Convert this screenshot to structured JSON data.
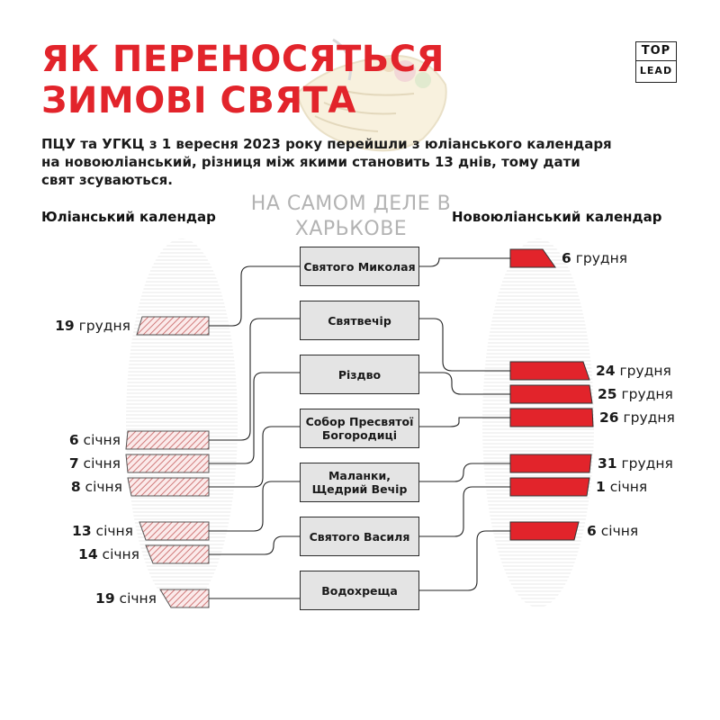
{
  "title": {
    "line1": "ЯК ПЕРЕНОСЯТЬСЯ",
    "line2": "ЗИМОВІ СВЯТА"
  },
  "logo": {
    "top": "TOP",
    "bottom": "LEAD"
  },
  "intro": "ПЦУ та УГКЦ з 1 вересня 2023 року перейшли з юліанського календаря на новоюліанський, різниця між якими становить 13 днів, тому дати свят зсуваються.",
  "watermark": {
    "line1": "НА САМОМ ДЕЛЕ В",
    "line2": "ХАРЬКОВЕ"
  },
  "columns": {
    "julian": "Юліанський календар",
    "new_julian": "Новоюліанський календар"
  },
  "holidays": [
    {
      "label": "Святого Миколая"
    },
    {
      "label": "Святвечір"
    },
    {
      "label": "Різдво"
    },
    {
      "label": "Собор Пресвятої Богородиці"
    },
    {
      "label": "Маланки, Щедрий Вечір"
    },
    {
      "label": "Святого Василя"
    },
    {
      "label": "Водохреща"
    }
  ],
  "julian_dates": [
    {
      "day": "19",
      "month": "грудня"
    },
    {
      "day": "6",
      "month": "січня"
    },
    {
      "day": "7",
      "month": "січня"
    },
    {
      "day": "8",
      "month": "січня"
    },
    {
      "day": "13",
      "month": "січня"
    },
    {
      "day": "14",
      "month": "січня"
    },
    {
      "day": "19",
      "month": "січня"
    }
  ],
  "new_julian_dates": [
    {
      "day": "6",
      "month": "грудня"
    },
    {
      "day": "24",
      "month": "грудня"
    },
    {
      "day": "25",
      "month": "грудня"
    },
    {
      "day": "26",
      "month": "грудня"
    },
    {
      "day": "31",
      "month": "грудня"
    },
    {
      "day": "1",
      "month": "січня"
    },
    {
      "day": "6",
      "month": "січня"
    }
  ],
  "colors": {
    "accent": "#e2242b",
    "hatch": "#d98a8a",
    "box": "#e4e4e4",
    "line": "#222222"
  }
}
